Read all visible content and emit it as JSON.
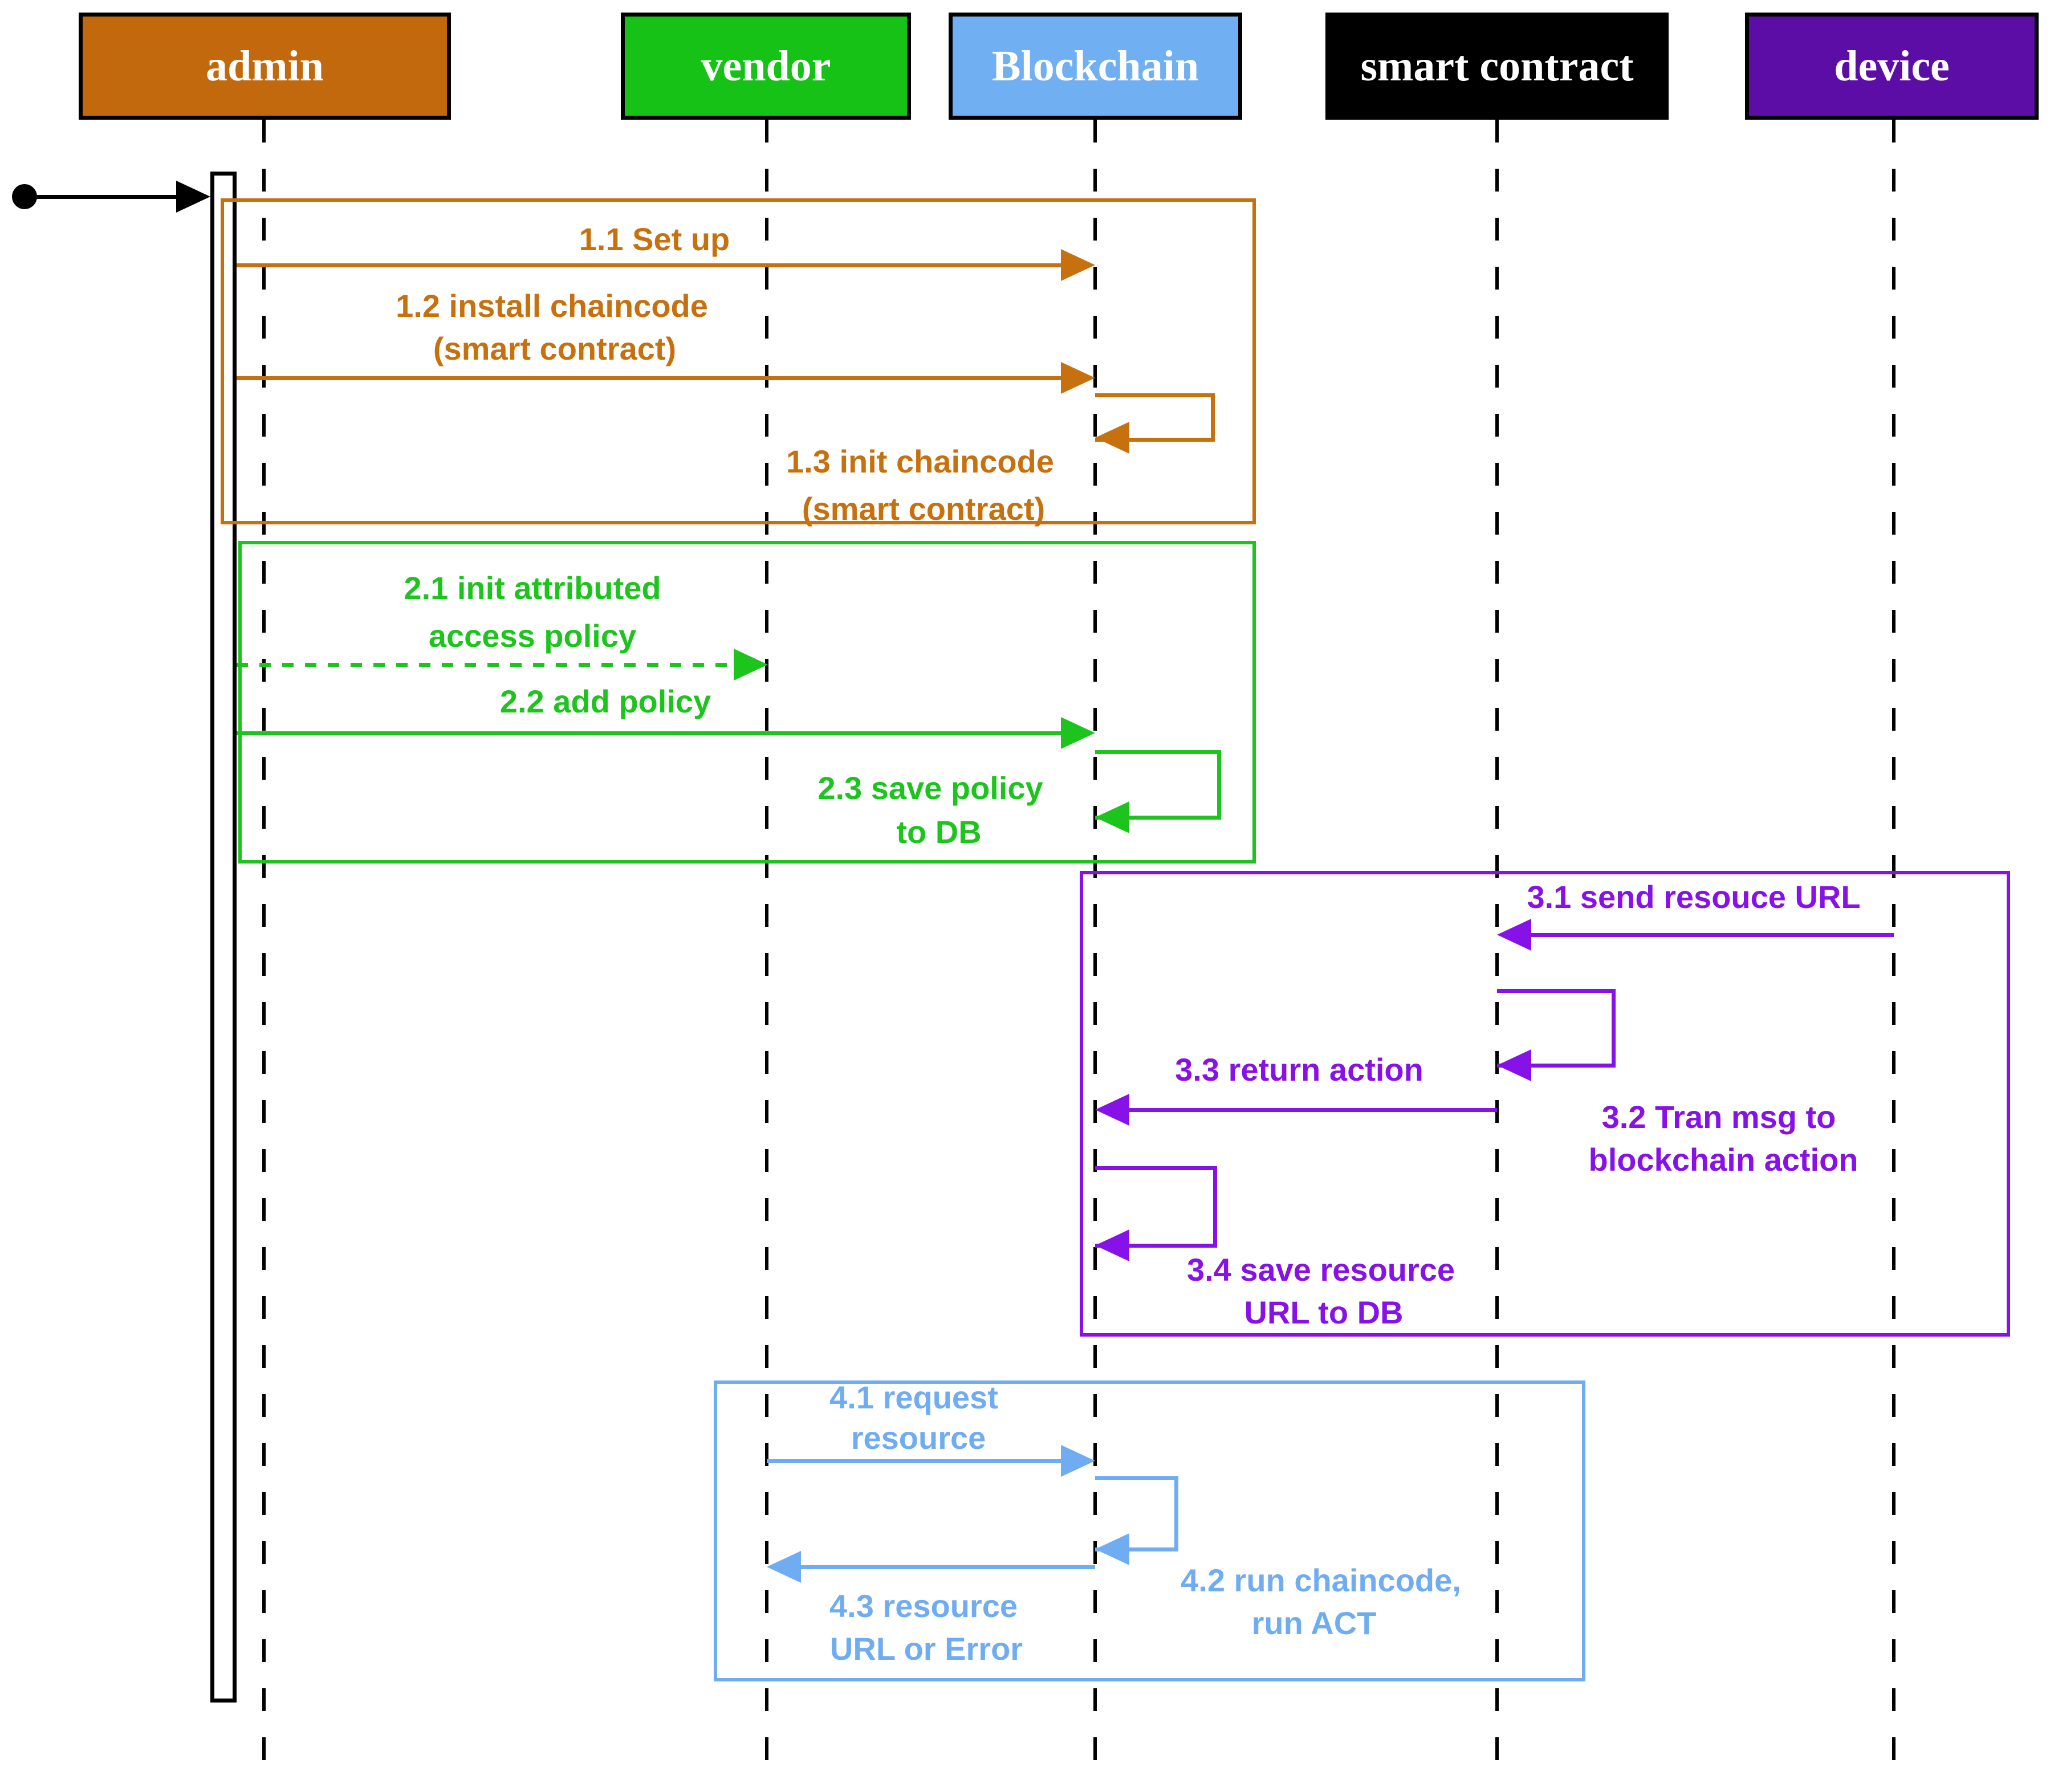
{
  "diagram_type": "uml-sequence-diagram",
  "participants": [
    {
      "id": "admin",
      "label": "admin",
      "fill": "#C2690E",
      "text_color": "#FFFFFF"
    },
    {
      "id": "vendor",
      "label": "vendor",
      "fill": "#17C217",
      "text_color": "#FFFFFF"
    },
    {
      "id": "blockchain",
      "label": "Blockchain",
      "fill": "#70AFF2",
      "text_color": "#FFFFFF"
    },
    {
      "id": "smart_contract",
      "label": "smart contract",
      "fill": "#000000",
      "text_color": "#FFFFFF"
    },
    {
      "id": "device",
      "label": "device",
      "fill": "#5B0DA6",
      "text_color": "#FFFFFF"
    }
  ],
  "start_marker": {
    "shape": "filled-circle-with-arrow",
    "target": "admin-activation",
    "color": "#000000"
  },
  "groups": [
    {
      "name": "setup-install-group",
      "color": "#C7710E",
      "messages": [
        {
          "id": "1.1",
          "from": "admin",
          "to": "Blockchain",
          "style": "solid",
          "lines": [
            "1.1 Set up"
          ]
        },
        {
          "id": "1.2",
          "from": "admin",
          "to": "Blockchain",
          "style": "solid",
          "lines": [
            "1.2 install chaincode",
            "(smart contract)"
          ]
        },
        {
          "id": "1.3",
          "from": "Blockchain",
          "to": "Blockchain",
          "style": "self",
          "lines": [
            "1.3 init chaincode",
            "(smart contract)"
          ]
        }
      ]
    },
    {
      "name": "policy-group",
      "color": "#1DC41D",
      "messages": [
        {
          "id": "2.1",
          "from": "admin",
          "to": "vendor",
          "style": "dashed",
          "lines": [
            "2.1 init attributed",
            "access policy"
          ]
        },
        {
          "id": "2.2",
          "from": "admin",
          "to": "Blockchain",
          "style": "solid",
          "lines": [
            "2.2 add policy"
          ]
        },
        {
          "id": "2.3",
          "from": "Blockchain",
          "to": "Blockchain",
          "style": "self",
          "lines": [
            "2.3 save policy",
            "to DB"
          ]
        }
      ]
    },
    {
      "name": "resource-url-group",
      "color": "#8712E8",
      "messages": [
        {
          "id": "3.1",
          "from": "device",
          "to": "smart contract",
          "style": "solid",
          "lines": [
            "3.1 send resouce URL"
          ]
        },
        {
          "id": "3.2",
          "from": "smart contract",
          "to": "smart contract",
          "style": "self",
          "lines": [
            "3.2 Tran msg to",
            "blockchain action"
          ]
        },
        {
          "id": "3.3",
          "from": "smart contract",
          "to": "Blockchain",
          "style": "solid",
          "lines": [
            "3.3 return action"
          ]
        },
        {
          "id": "3.4",
          "from": "Blockchain",
          "to": "Blockchain",
          "style": "self",
          "lines": [
            "3.4 save resource",
            "URL to DB"
          ]
        }
      ]
    },
    {
      "name": "request-resource-group",
      "color": "#6FACF2",
      "messages": [
        {
          "id": "4.1",
          "from": "vendor",
          "to": "Blockchain",
          "style": "solid",
          "lines": [
            "4.1 request",
            "resource"
          ]
        },
        {
          "id": "4.2",
          "from": "Blockchain",
          "to": "Blockchain",
          "style": "self",
          "lines": [
            "4.2 run chaincode,",
            "run ACT"
          ]
        },
        {
          "id": "4.3",
          "from": "Blockchain",
          "to": "vendor",
          "style": "solid",
          "lines": [
            "4.3 resource",
            "URL or Error"
          ]
        }
      ]
    }
  ],
  "colors": {
    "group1_orange": "#C7710E",
    "group2_green": "#1DC41D",
    "group3_purple": "#8712E8",
    "group4_blue": "#6FACF2",
    "lifeline": "#000000",
    "background": "#FFFFFF"
  }
}
